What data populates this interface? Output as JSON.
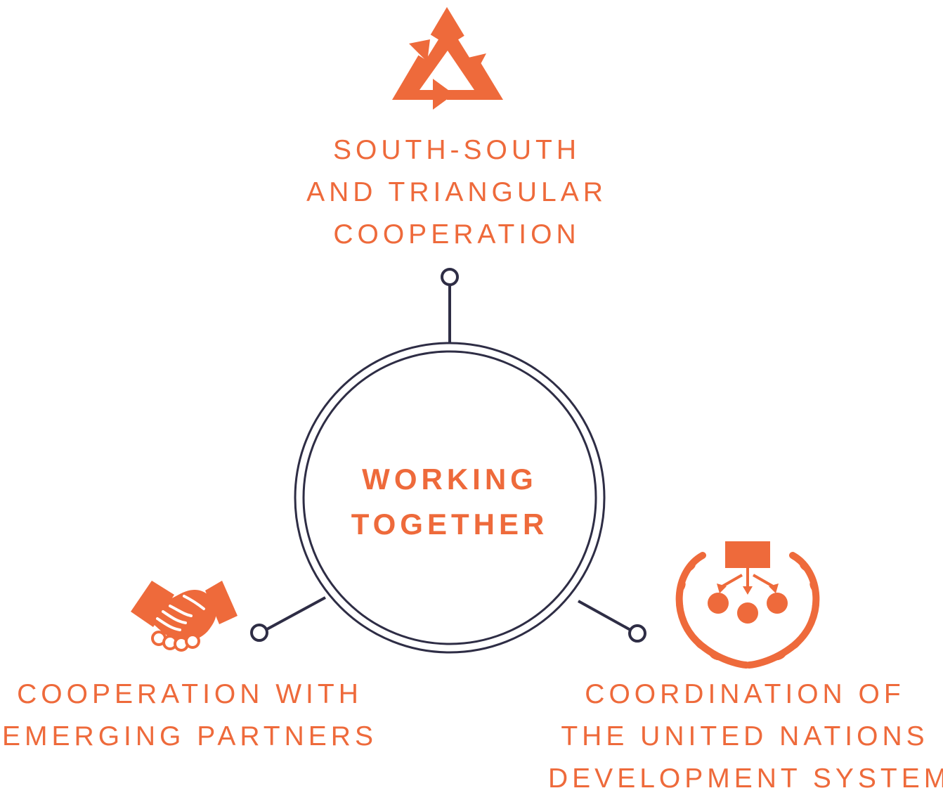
{
  "colors": {
    "accent": "#EE6A3B",
    "line": "#2E2D45",
    "background": "#FFFFFF"
  },
  "center": {
    "title_lines": [
      "WORKING",
      "TOGETHER"
    ]
  },
  "nodes": {
    "top": {
      "icon": "triangle-recycle-icon",
      "lines": [
        "SOUTH-SOUTH",
        "AND TRIANGULAR",
        "COOPERATION"
      ]
    },
    "left": {
      "icon": "handshake-icon",
      "lines": [
        "COOPERATION WITH",
        "EMERGING PARTNERS"
      ]
    },
    "right": {
      "icon": "un-laurel-organization-icon",
      "lines": [
        "COORDINATION OF",
        "THE UNITED NATIONS",
        "DEVELOPMENT SYSTEM"
      ]
    }
  }
}
